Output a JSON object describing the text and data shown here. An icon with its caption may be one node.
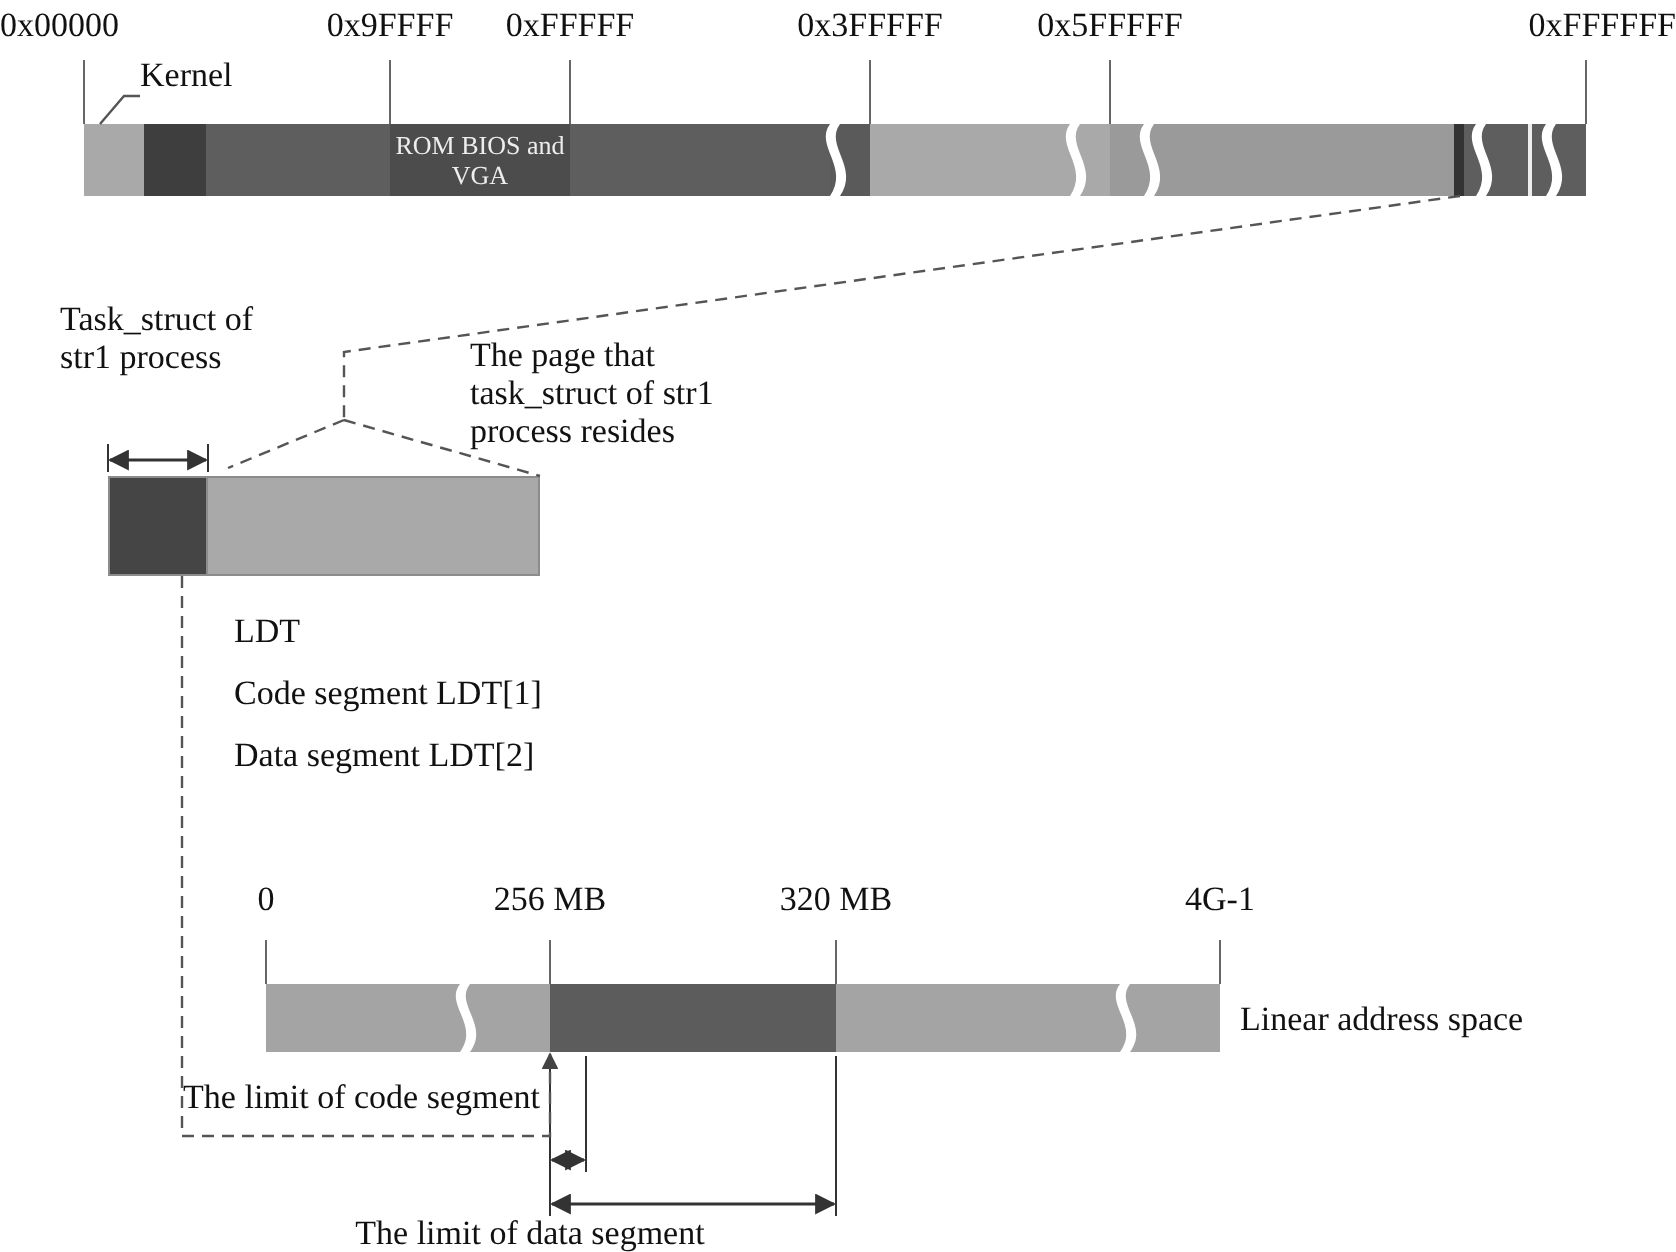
{
  "diagram": {
    "nodes": [
      {
        "text": [
          "Kernel"
        ]
      },
      {
        "text": [],
        "shape": "bar"
      },
      {
        "text": [
          "ROM BIOS and VGA"
        ]
      },
      {
        "text": [],
        "shape": "bar"
      },
      {
        "text": [],
        "shape": "box",
        "beside": [
          "The page that task_struct of str1 process resides"
        ]
      },
      {
        "text": [],
        "shape": "box",
        "in": 4,
        "beside": [
          "Task_struct of str1 process"
        ]
      },
      {
        "text": [],
        "shape": "bar",
        "beside": [
          "Linear address space"
        ]
      },
      {
        "text": [],
        "shape": "bar",
        "in": 6
      }
    ],
    "edges": [
      {
        "from": 0,
        "to": 1,
        "arrow": "none"
      },
      {
        "from": 3,
        "to": 4,
        "arrow": "none",
        "style": "dashed"
      },
      {
        "from": 5,
        "to": 7,
        "arrow": "to",
        "style": "dashed"
      }
    ],
    "labels": [
      "0x00000",
      "0x9FFFF",
      "0xFFFFF",
      "0x3FFFFF",
      "0x5FFFFF",
      "0xFFFFFF",
      "LDT",
      "Code segment LDT[1]",
      "Data segment LDT[2]",
      "0",
      "256 MB",
      "320 MB",
      "4G-1",
      "The limit of code segment",
      "The limit of data segment"
    ]
  }
}
